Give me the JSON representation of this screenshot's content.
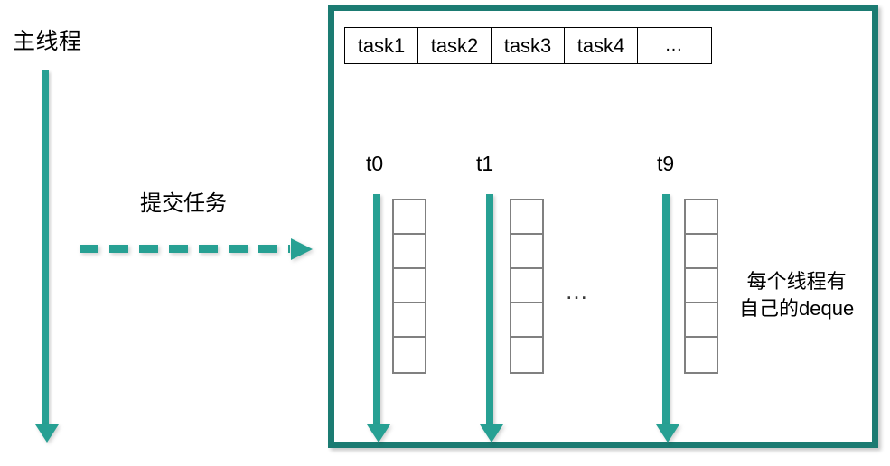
{
  "diagram": {
    "title_visible": false,
    "colors": {
      "accent_teal": "#27a093",
      "panel_border_teal": "#1b7b72",
      "box_outline_black": "#000000",
      "deque_outline_gray": "#808080",
      "background": "#ffffff",
      "text": "#000000"
    }
  },
  "left": {
    "main_thread_label": "主线程",
    "submit_label": "提交任务",
    "main_thread_arrow_icon": "down-arrow-icon",
    "submit_arrow_icon": "dashed-right-arrow-icon"
  },
  "pool": {
    "task_queue": {
      "cells": [
        "task1",
        "task2",
        "task3",
        "task4",
        "…"
      ]
    },
    "threads": [
      {
        "label": "t0",
        "deque_cells": 5
      },
      {
        "label": "t1",
        "deque_cells": 5
      },
      {
        "label": "t9",
        "deque_cells": 5
      }
    ],
    "threads_ellipsis": "…",
    "note_line1": "每个线程有",
    "note_line2": "自己的deque",
    "note": "每个线程有\n自己的deque"
  }
}
